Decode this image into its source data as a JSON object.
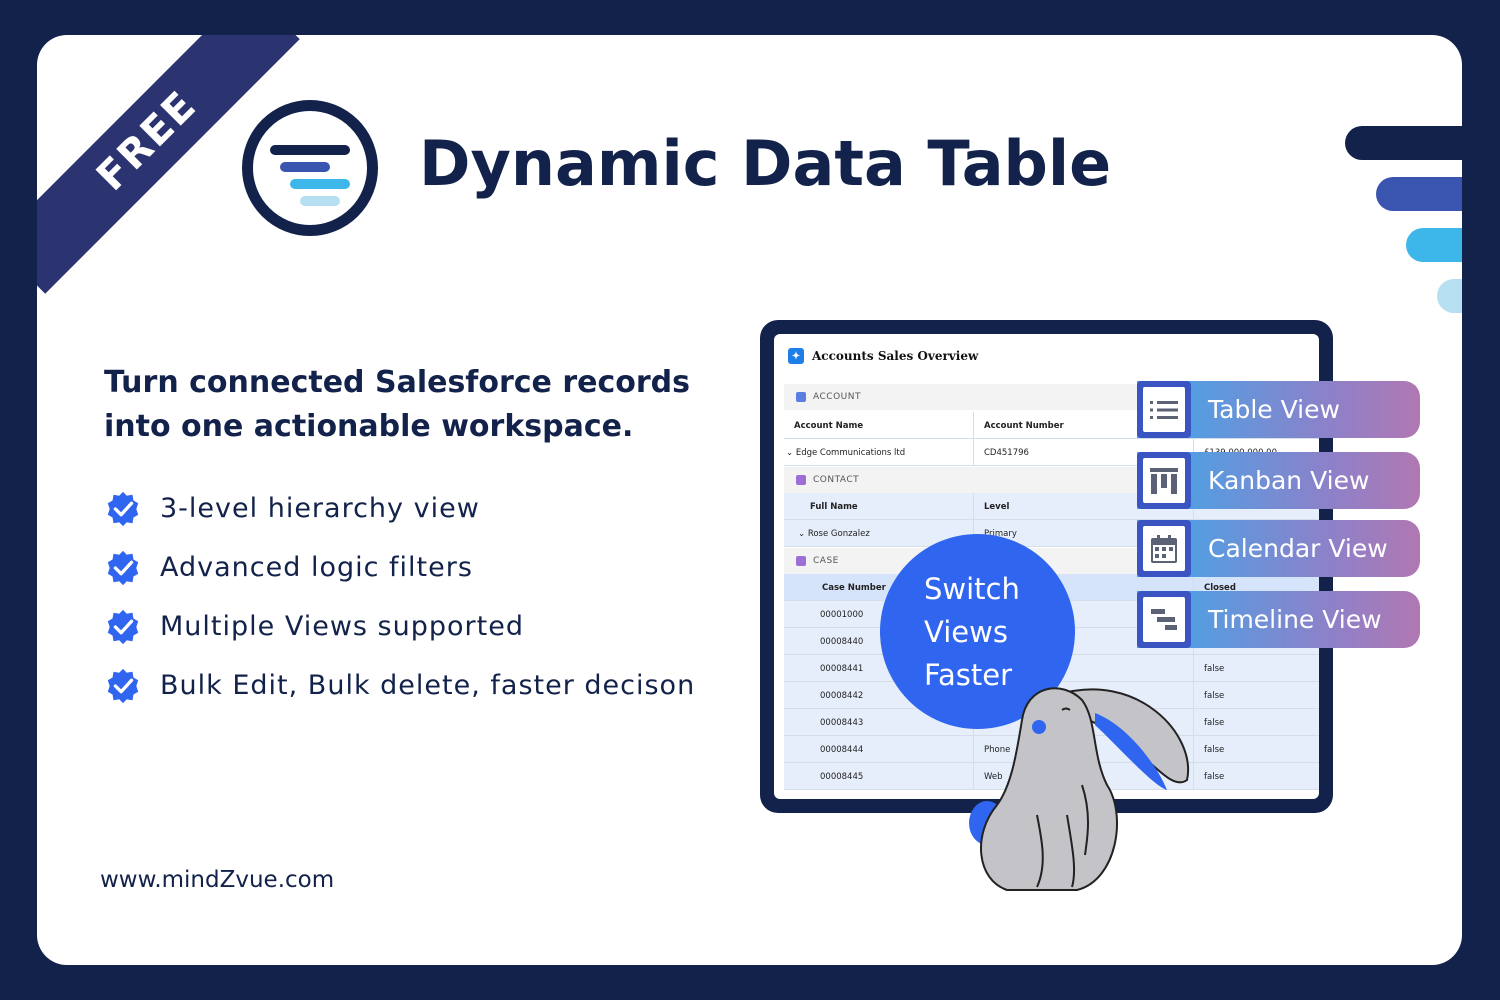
{
  "ribbon": {
    "label": "FREE"
  },
  "header": {
    "title": "Dynamic Data Table"
  },
  "headline": "Turn connected Salesforce records into one actionable workspace.",
  "features": [
    "3-level hierarchy view",
    "Advanced logic filters",
    "Multiple Views supported",
    "Bulk Edit, Bulk delete, faster decison"
  ],
  "website": "www.mindZvue.com",
  "table": {
    "title": "Accounts Sales Overview",
    "account": {
      "section": "ACCOUNT",
      "headers": [
        "Account Name",
        "Account Number"
      ],
      "row": [
        "Edge Communications ltd",
        "CD451796",
        "£139,000,000.00"
      ]
    },
    "contact": {
      "section": "CONTACT",
      "headers": [
        "Full Name",
        "Level"
      ],
      "row": [
        "Rose Gonzalez",
        "Primary"
      ]
    },
    "case": {
      "section": "CASE",
      "headers": [
        "Case Number",
        "Closed"
      ],
      "rows": [
        [
          "00001000",
          "",
          ""
        ],
        [
          "00008440",
          "",
          ""
        ],
        [
          "00008441",
          "",
          "false"
        ],
        [
          "00008442",
          "",
          "false"
        ],
        [
          "00008443",
          "",
          "false"
        ],
        [
          "00008444",
          "Phone",
          "false"
        ],
        [
          "00008445",
          "Web",
          "false"
        ]
      ]
    }
  },
  "switch": {
    "line1": "Switch",
    "line2": "Views",
    "line3": "Faster"
  },
  "views": [
    {
      "label": "Table View",
      "icon": "list-icon"
    },
    {
      "label": "Kanban View",
      "icon": "kanban-icon"
    },
    {
      "label": "Calendar View",
      "icon": "calendar-icon"
    },
    {
      "label": "Timeline View",
      "icon": "timeline-icon"
    }
  ],
  "colors": {
    "navy": "#12224a",
    "accent_blue": "#2f65ef",
    "bar1": "#12224a",
    "bar2": "#3a55b0",
    "bar3": "#3db7ea",
    "bar4": "#b7dff2"
  }
}
